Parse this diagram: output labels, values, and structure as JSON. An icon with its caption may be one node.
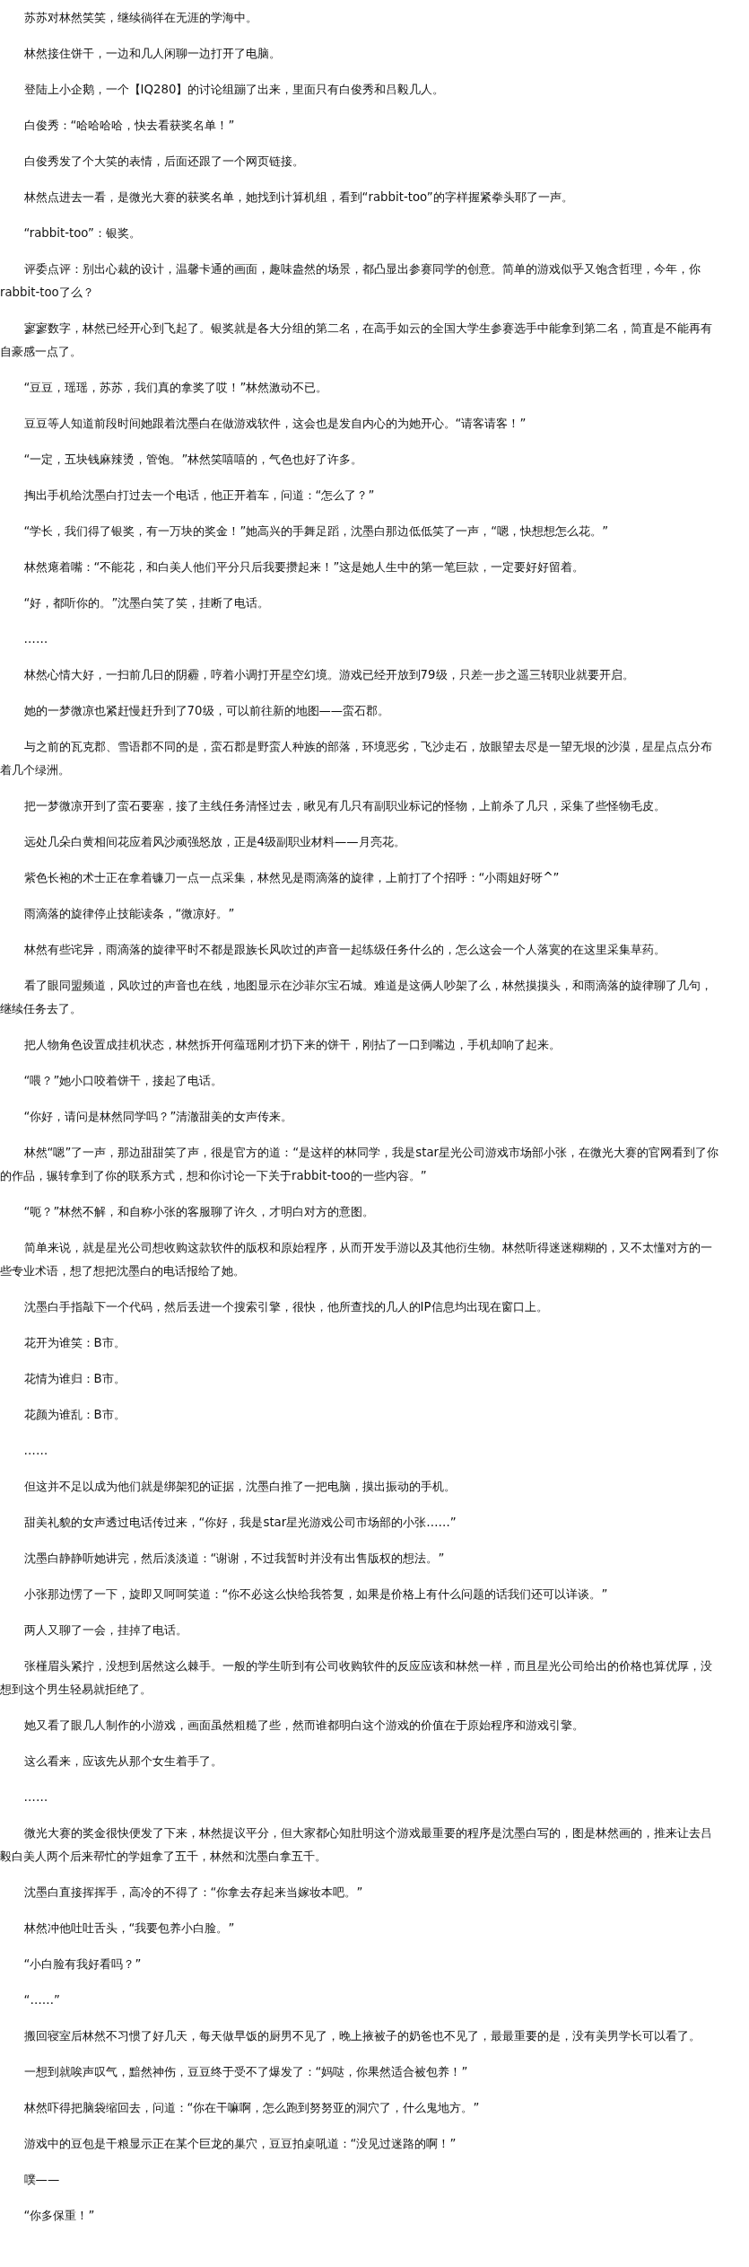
{
  "diagram": {
    "labels": [
      "苏苏对林然笑笑，继续徜徉在无涯的学海中。",
      "林然接住饼干，一边和几人闲聊一边打开了电脑。",
      "登陆上小企鹅，一个【IQ280】的讨论组蹦了出来，里面只有白俊秀和吕毅几人。",
      "白俊秀：“哈哈哈哈，快去看获奖名单！”",
      "白俊秀发了个大笑的表情，后面还跟了一个网页链接。",
      "林然点进去一看，是微光大赛的获奖名单，她找到计算机组，看到“rabbit-too”的字样握紧拳头耶了一声。",
      "“rabbit-too”：银奖。",
      "评委点评：别出心裁的设计，温馨卡通的画面，趣味盎然的场景，都凸显出参赛同学的创意。简单的游戏似乎又饱含哲理，今年，你rabbit-too了么？",
      "寥寥数字，林然已经开心到飞起了。银奖就是各大分组的第二名，在高手如云的全国大学生参赛选手中能拿到第二名，简直是不能再有自豪感一点了。",
      "“豆豆，瑶瑶，苏苏，我们真的拿奖了哎！”林然激动不已。",
      "豆豆等人知道前段时间她跟着沈墨白在做游戏软件，这会也是发自内心的为她开心。“请客请客！”",
      "“一定，五块钱麻辣烫，管饱。”林然笑嘻嘻的，气色也好了许多。",
      "掏出手机给沈墨白打过去一个电话，他正开着车，问道：“怎么了？”",
      "“学长，我们得了银奖，有一万块的奖金！”她高兴的手舞足蹈，沈墨白那边低低笑了一声，“嗯，快想想怎么花。”",
      "林然瘪着嘴：“不能花，和白美人他们平分只后我要攒起来！”这是她人生中的第一笔巨款，一定要好好留着。",
      "“好，都听你的。”沈墨白笑了笑，挂断了电话。",
      "……",
      "林然心情大好，一扫前几日的阴霾，哼着小调打开星空幻境。游戏已经开放到79级，只差一步之遥三转职业就要开启。",
      "她的一梦微凉也紧赶慢赶升到了70级，可以前往新的地图——蛮石郡。",
      "与之前的瓦克郡、雪语郡不同的是，蛮石郡是野蛮人种族的部落，环境恶劣，飞沙走石，放眼望去尽是一望无垠的沙漠，星星点点分布着几个绿洲。",
      "把一梦微凉开到了蛮石要塞，接了主线任务清怪过去，瞅见有几只有副职业标记的怪物，上前杀了几只，采集了些怪物毛皮。",
      "远处几朵白黄相间花应着风沙顽强怒放，正是4级副职业材料——月亮花。",
      "紫色长袍的术士正在拿着镰刀一点一点采集，林然见是雨滴落的旋律，上前打了个招呼：“小雨姐好呀^”",
      "雨滴落的旋律停止技能读条，“微凉好。”",
      "林然有些诧异，雨滴落的旋律平时不都是跟族长风吹过的声音一起练级任务什么的，怎么这会一个人落寞的在这里采集草药。",
      "看了眼同盟频道，风吹过的声音也在线，地图显示在沙菲尔宝石城。难道是这俩人吵架了么，林然摸摸头，和雨滴落的旋律聊了几句，继续任务去了。",
      "把人物角色设置成挂机状态，林然拆开何蕴瑶刚才扔下来的饼干，刚拈了一口到嘴边，手机却响了起来。",
      "“喂？”她小口咬着饼干，接起了电话。",
      "“你好，请问是林然同学吗？”清澈甜美的女声传来。",
      "林然“嗯”了一声，那边甜甜笑了声，很是官方的道：“是这样的林同学，我是star星光公司游戏市场部小张，在微光大赛的官网看到了你的作品，辗转拿到了你的联系方式，想和你讨论一下关于rabbit-too的一些内容。”",
      "“呃？”林然不解，和自称小张的客服聊了许久，才明白对方的意图。",
      "简单来说，就是星光公司想收购这款软件的版权和原始程序，从而开发手游以及其他衍生物。林然听得迷迷糊糊的，又不太懂对方的一些专业术语，想了想把沈墨白的电话报给了她。",
      "沈墨白手指敲下一个代码，然后丢进一个搜索引擎，很快，他所查找的几人的IP信息均出现在窗口上。",
      "花开为谁笑：B市。",
      "花情为谁归：B市。",
      "花颜为谁乱：B市。",
      "……",
      "但这并不足以成为他们就是绑架犯的证据，沈墨白推了一把电脑，摸出振动的手机。",
      "甜美礼貌的女声透过电话传过来，“你好，我是star星光游戏公司市场部的小张……”",
      "沈墨白静静听她讲完，然后淡淡道：“谢谢，不过我暂时并没有出售版权的想法。”",
      "小张那边愣了一下，旋即又呵呵笑道：“你不必这么快给我答复，如果是价格上有什么问题的话我们还可以详谈。”",
      "两人又聊了一会，挂掉了电话。",
      "张槿眉头紧拧，没想到居然这么棘手。一般的学生听到有公司收购软件的反应应该和林然一样，而且星光公司给出的价格也算优厚，没想到这个男生轻易就拒绝了。",
      "她又看了眼几人制作的小游戏，画面虽然粗糙了些，然而谁都明白这个游戏的价值在于原始程序和游戏引擎。",
      "这么看来，应该先从那个女生着手了。",
      "……",
      "微光大赛的奖金很快便发了下来，林然提议平分，但大家都心知肚明这个游戏最重要的程序是沈墨白写的，图是林然画的，推来让去吕毅白美人两个后来帮忙的学姐拿了五千，林然和沈墨白拿五千。",
      "沈墨白直接挥挥手，高冷的不得了：“你拿去存起来当嫁妆本吧。”",
      "林然冲他吐吐舌头，“我要包养小白脸。”",
      "“小白脸有我好看吗？”",
      "“……”",
      "搬回寝室后林然不习惯了好几天，每天做早饭的厨男不见了，晚上掖被子的奶爸也不见了，最最重要的是，没有美男学长可以看了。",
      "一想到就唉声叹气，黯然神伤，豆豆终于受不了爆发了：“妈哒，你果然适合被包养！”",
      "林然吓得把脑袋缩回去，问道：“你在干嘛啊，怎么跑到努努亚的洞穴了，什么鬼地方。”",
      "游戏中的豆包是干粮显示正在某个巨龙的巢穴，豆豆拍桌吼道：“没见过迷路的啊！”",
      "噗——",
      "“你多保重！”"
    ]
  }
}
